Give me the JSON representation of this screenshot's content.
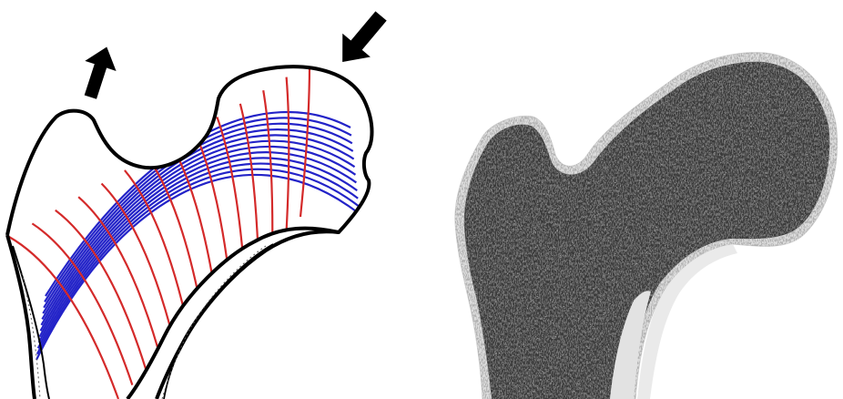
{
  "figure": {
    "left_panel": {
      "kind": "trajectory-diagram",
      "arrows": [
        {
          "name": "tension-arrow",
          "direction": "up"
        },
        {
          "name": "load-arrow",
          "direction": "down-left"
        }
      ],
      "colors": {
        "outline": "#000000",
        "tension_lines": "#d42a2a",
        "compression_lines": "#2323c8",
        "background": "#ffffff"
      }
    },
    "right_panel": {
      "kind": "bone-specimen-photograph",
      "colors": {
        "trabecular_dark": "#3a3a3a",
        "trabecular_light": "#bfbfbf",
        "cortex": "#dcdcdc",
        "background": "#ffffff"
      }
    }
  }
}
